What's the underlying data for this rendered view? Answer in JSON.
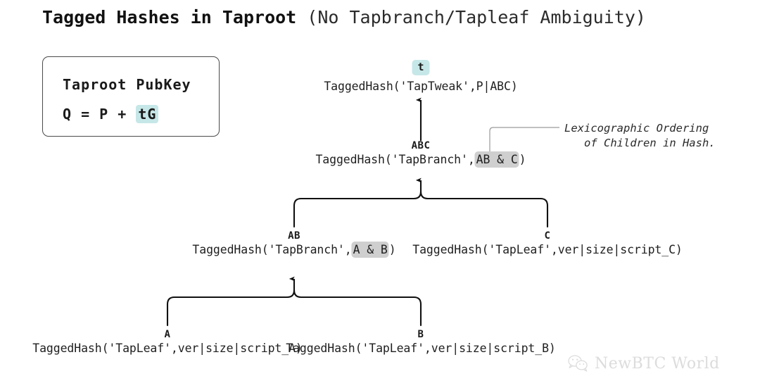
{
  "title": {
    "strong": "Tagged Hashes in Taproot",
    "light": "(No Tapbranch/Tapleaf Ambiguity)"
  },
  "pubkey_box": {
    "heading": "Taproot PubKey",
    "formula_prefix": "Q = P + ",
    "formula_highlight": "tG"
  },
  "colors": {
    "highlight_cyan": "#c6e7e7",
    "highlight_gray": "#cfcfcf",
    "stroke": "#111111",
    "leader_line": "#9a9a9a",
    "box_border": "#4a4a4a",
    "watermark": "#dcdcdc"
  },
  "tree": {
    "root": {
      "badge": "t",
      "expr": "TaggedHash('TapTweak',P|ABC)"
    },
    "abc": {
      "label": "ABC",
      "expr_prefix": "TaggedHash('TapBranch',",
      "expr_highlight": "AB & C",
      "expr_suffix": ")"
    },
    "ab": {
      "label": "AB",
      "expr_prefix": "TaggedHash('TapBranch',",
      "expr_highlight": "A & B",
      "expr_suffix": ")"
    },
    "c": {
      "label": "C",
      "expr": "TaggedHash('TapLeaf',ver|size|script_C)"
    },
    "a": {
      "label": "A",
      "expr": "TaggedHash('TapLeaf',ver|size|script_A)"
    },
    "b": {
      "label": "B",
      "expr": "TaggedHash('TapLeaf',ver|size|script_B)"
    }
  },
  "annotation": {
    "line1": "Lexicographic Ordering",
    "line2": "of Children in Hash."
  },
  "watermark": {
    "text": "NewBTC World",
    "icon": "wechat-icon"
  }
}
